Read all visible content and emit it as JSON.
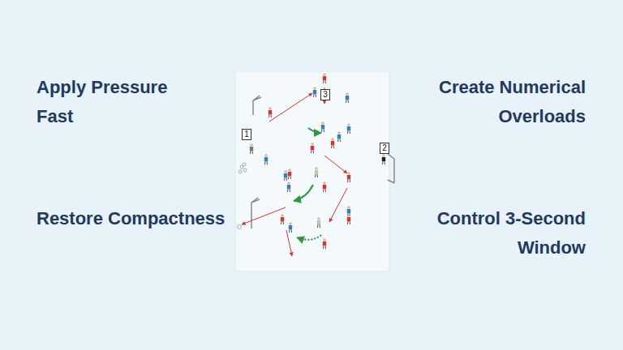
{
  "diagram": {
    "labels": [
      "Apply Pressure Fast",
      "Create Numerical Overloads",
      "3",
      "1",
      "2",
      "Restore Compactness",
      "Control 3-Second Window"
    ]
  }
}
